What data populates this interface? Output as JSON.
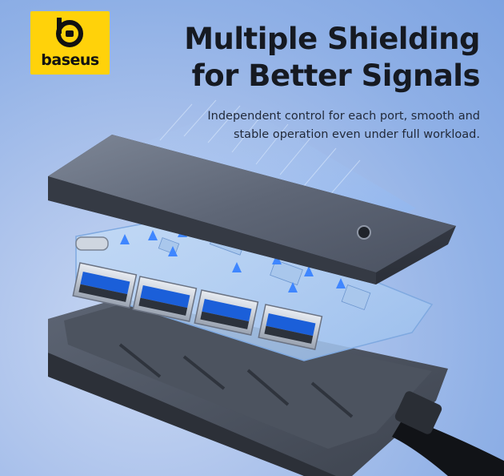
{
  "brand": {
    "logo_text": "baseus"
  },
  "headline": {
    "line1": "Multiple Shielding",
    "line2": "for Better Signals"
  },
  "subtitle": {
    "line1": "Independent control for each port, smooth and",
    "line2": "stable operation even under full workload."
  },
  "colors": {
    "brand_yellow": "#ffd20a",
    "background": "#9db8ea",
    "signal_arrow": "#3f86ff"
  },
  "product_icons": [
    "usb-a-port-icon",
    "usb-c-port-icon",
    "led-indicator-icon",
    "cable-icon",
    "signal-arrow-icon"
  ]
}
